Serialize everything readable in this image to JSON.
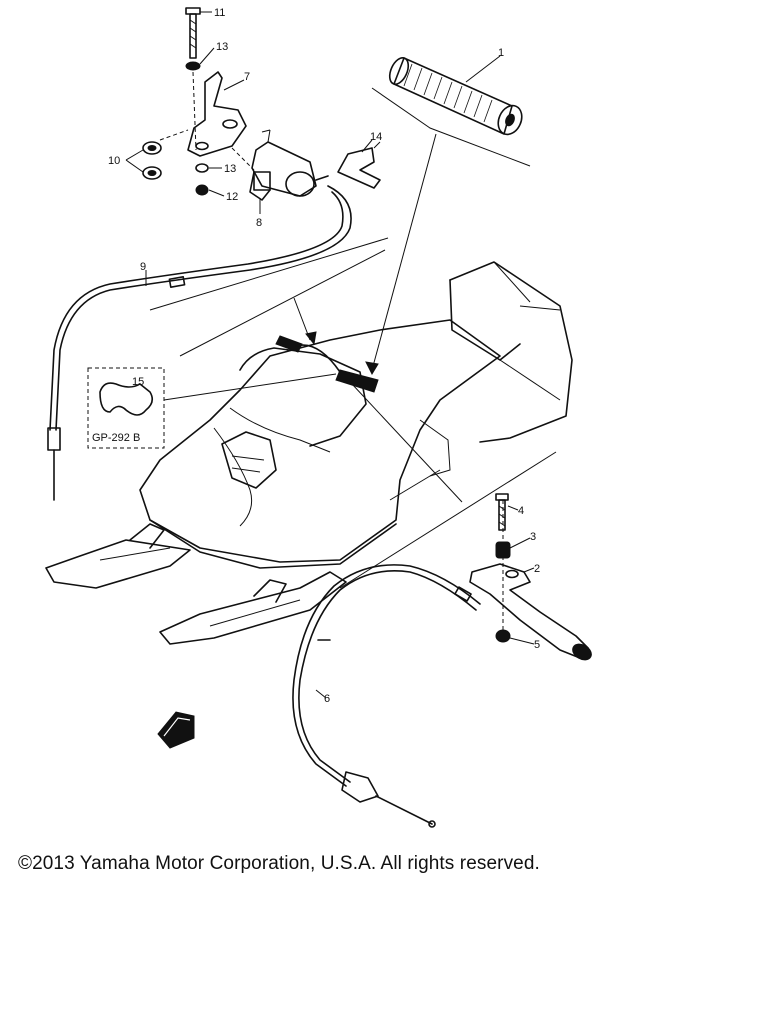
{
  "copyright": "©2013 Yamaha Motor Corporation, U.S.A. All rights reserved.",
  "ref_code": "GP-292 B",
  "callouts": {
    "c1": "1",
    "c2": "2",
    "c3": "3",
    "c4": "4",
    "c5": "5",
    "c6": "6",
    "c7": "7",
    "c8": "8",
    "c9": "9",
    "c10": "10",
    "c11": "11",
    "c12": "12",
    "c13a": "13",
    "c13b": "13",
    "c14": "14",
    "c15": "15"
  },
  "icons": {
    "grip": "handlebar-grip-icon",
    "lever": "brake-lever-icon",
    "cable": "control-cable-icon",
    "snowmobile": "snowmobile-body-icon",
    "front_arrow": "front-direction-icon"
  }
}
